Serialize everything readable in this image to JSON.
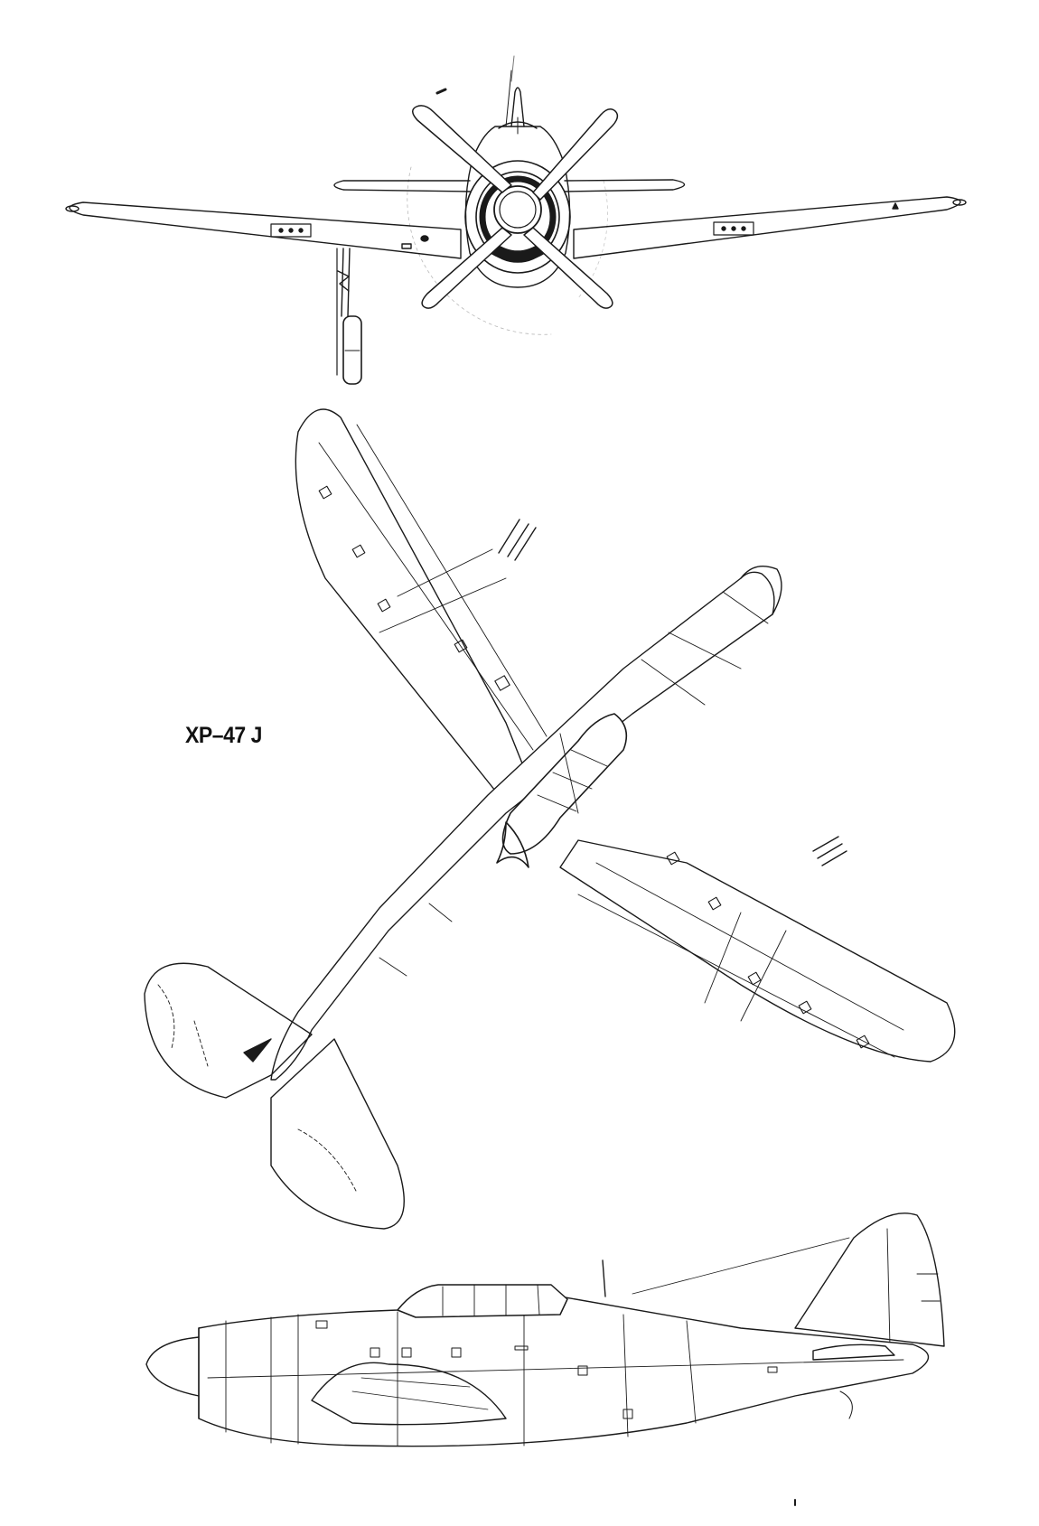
{
  "drawing": {
    "designation": "XP–47 J",
    "line_color": "#1a1a1a",
    "background_color": "#ffffff",
    "views": [
      "front-view",
      "top-view",
      "side-view"
    ]
  }
}
